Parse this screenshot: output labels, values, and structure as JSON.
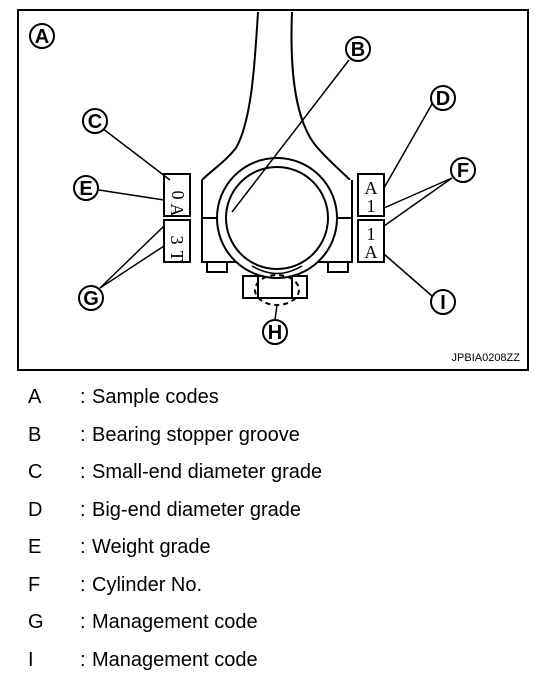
{
  "figure": {
    "panel_letter": "A",
    "figure_id": "JPBIA0208ZZ",
    "callouts": [
      "B",
      "C",
      "D",
      "E",
      "F",
      "G",
      "H",
      "I"
    ],
    "stamps": {
      "left_top": [
        "0",
        "A"
      ],
      "left_bottom": [
        "3",
        "T"
      ],
      "right_top": [
        "A",
        "1"
      ],
      "right_bottom": [
        "1",
        "A"
      ]
    }
  },
  "legend": [
    {
      "key": "A",
      "desc": "Sample codes"
    },
    {
      "key": "B",
      "desc": "Bearing stopper groove"
    },
    {
      "key": "C",
      "desc": "Small-end diameter grade"
    },
    {
      "key": "D",
      "desc": "Big-end diameter grade"
    },
    {
      "key": "E",
      "desc": "Weight grade"
    },
    {
      "key": "F",
      "desc": "Cylinder No."
    },
    {
      "key": "G",
      "desc": "Management code"
    },
    {
      "key": "I",
      "desc": "Management code"
    }
  ],
  "legend_separator": ":"
}
